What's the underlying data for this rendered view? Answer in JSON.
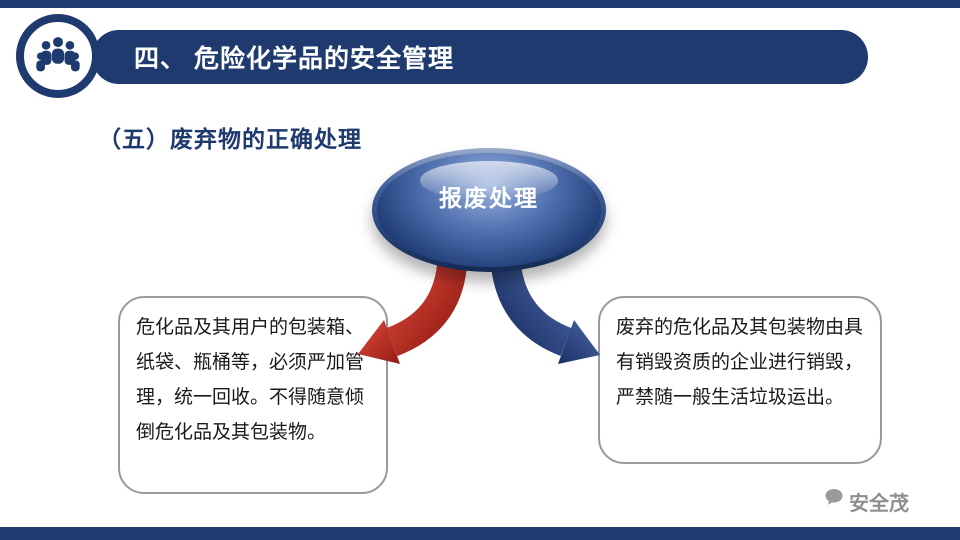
{
  "header": {
    "title": "四、 危险化学品的安全管理"
  },
  "section": {
    "subtitle": "（五）废弃物的正确处理"
  },
  "diagram": {
    "center_label": "报废处理",
    "left_box_text": "危化品及其用户的包装箱、纸袋、瓶桶等，必须严加管理，统一回收。不得随意倾倒危化品及其包装物。",
    "right_box_text": "废弃的危化品及其包装物由具有销毁资质的企业进行销毁，严禁随一般生活垃圾运出。"
  },
  "footer": {
    "watermark": "安全茂"
  },
  "colors": {
    "navy": "#1e3a6e",
    "arrow_red": "#b5271d",
    "arrow_blue": "#2c4786",
    "box_border": "#9a9a9a"
  }
}
